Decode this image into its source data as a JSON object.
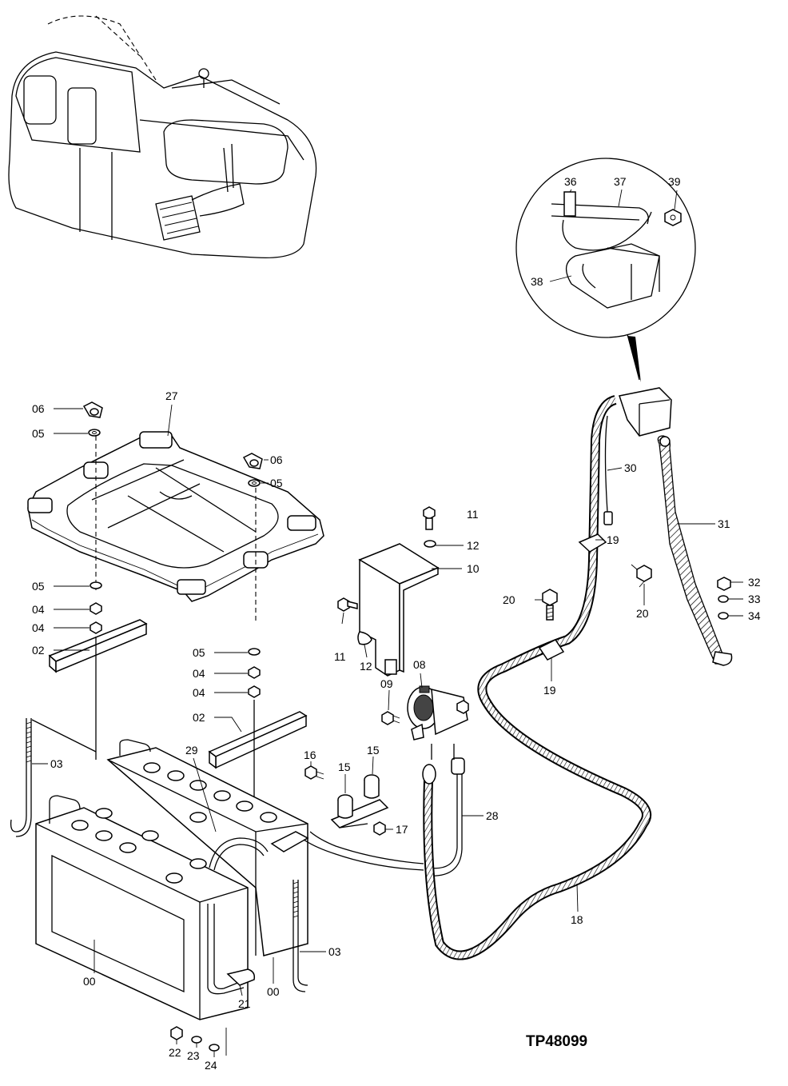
{
  "figure_code": "TP48099",
  "callouts": [
    {
      "id": "c06a",
      "text": "06"
    },
    {
      "id": "c05a",
      "text": "05"
    },
    {
      "id": "c27",
      "text": "27"
    },
    {
      "id": "c06b",
      "text": "06"
    },
    {
      "id": "c05b",
      "text": "05"
    },
    {
      "id": "c05c",
      "text": "05"
    },
    {
      "id": "c04a",
      "text": "04"
    },
    {
      "id": "c04b",
      "text": "04"
    },
    {
      "id": "c02a",
      "text": "02"
    },
    {
      "id": "c03a",
      "text": "03"
    },
    {
      "id": "c05d",
      "text": "05"
    },
    {
      "id": "c04c",
      "text": "04"
    },
    {
      "id": "c04d",
      "text": "04"
    },
    {
      "id": "c02b",
      "text": "02"
    },
    {
      "id": "c29",
      "text": "29"
    },
    {
      "id": "c11a",
      "text": "11"
    },
    {
      "id": "c12a",
      "text": "12"
    },
    {
      "id": "c10",
      "text": "10"
    },
    {
      "id": "c11b",
      "text": "11"
    },
    {
      "id": "c12b",
      "text": "12"
    },
    {
      "id": "c08",
      "text": "08"
    },
    {
      "id": "c09",
      "text": "09"
    },
    {
      "id": "c16",
      "text": "16"
    },
    {
      "id": "c15a",
      "text": "15"
    },
    {
      "id": "c15b",
      "text": "15"
    },
    {
      "id": "c17",
      "text": "17"
    },
    {
      "id": "c28",
      "text": "28"
    },
    {
      "id": "c36",
      "text": "36"
    },
    {
      "id": "c37",
      "text": "37"
    },
    {
      "id": "c39",
      "text": "39"
    },
    {
      "id": "c38",
      "text": "38"
    },
    {
      "id": "c30",
      "text": "30"
    },
    {
      "id": "c19a",
      "text": "19"
    },
    {
      "id": "c31",
      "text": "31"
    },
    {
      "id": "c20a",
      "text": "20"
    },
    {
      "id": "c20b",
      "text": "20"
    },
    {
      "id": "c19b",
      "text": "19"
    },
    {
      "id": "c32",
      "text": "32"
    },
    {
      "id": "c33",
      "text": "33"
    },
    {
      "id": "c34",
      "text": "34"
    },
    {
      "id": "c18",
      "text": "18"
    },
    {
      "id": "c03b",
      "text": "03"
    },
    {
      "id": "c00a",
      "text": "00"
    },
    {
      "id": "c00b",
      "text": "00"
    },
    {
      "id": "c21",
      "text": "21"
    },
    {
      "id": "c22",
      "text": "22"
    },
    {
      "id": "c23",
      "text": "23"
    },
    {
      "id": "c24",
      "text": "24"
    }
  ]
}
